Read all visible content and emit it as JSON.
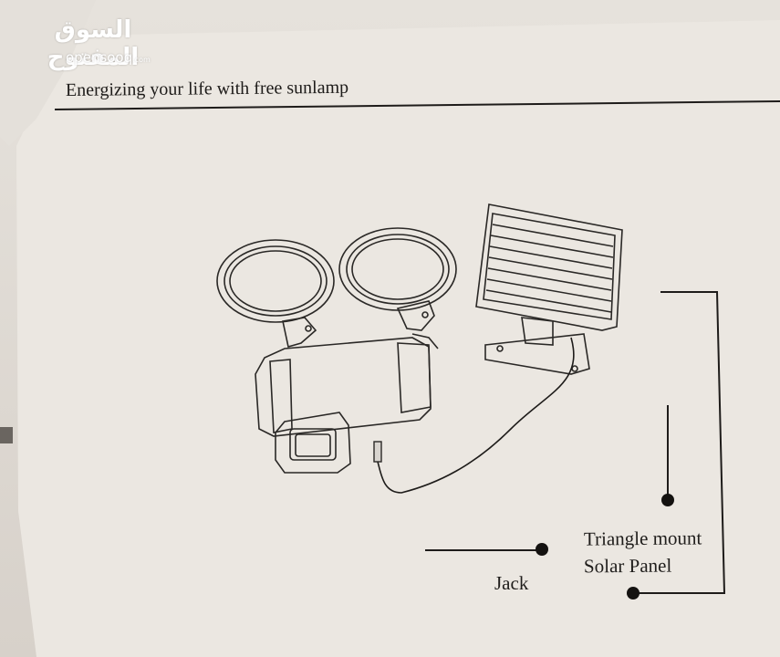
{
  "watermark": {
    "arabic_text": "السوق المفتوح",
    "latin_text": "opensooq",
    "latin_suffix": ".com"
  },
  "manual": {
    "heading": "Energizing your life with free sunlamp",
    "labels": {
      "triangle_mount": "Triangle mount",
      "solar_panel": "Solar Panel",
      "jack": "Jack"
    }
  },
  "colors": {
    "paper": "#ece8e2",
    "ink": "#1e1c1a",
    "backdrop": "#d9d3cc"
  }
}
